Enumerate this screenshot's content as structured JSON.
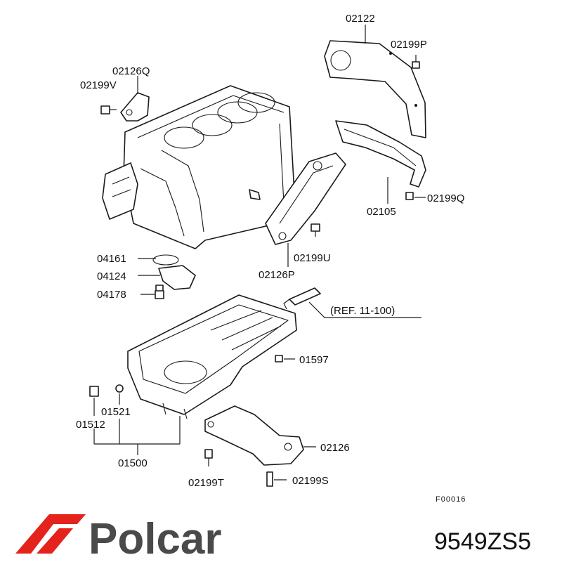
{
  "part_labels": {
    "p02122": "02122",
    "p02199P": "02199P",
    "p02126Q": "02126Q",
    "p02199V": "02199V",
    "p02105": "02105",
    "p02199Q": "02199Q",
    "p02199U": "02199U",
    "p02126P": "02126P",
    "p04161": "04161",
    "p04124": "04124",
    "p04178": "04178",
    "ref": "(REF. 11-100)",
    "p01597": "01597",
    "p01521": "01521",
    "p01512": "01512",
    "p01500": "01500",
    "p02126": "02126",
    "p02199T": "02199T",
    "p02199S": "02199S"
  },
  "figure_code": "F00016",
  "brand": {
    "name": "Polcar",
    "part_number": "9549ZS5",
    "logo_color": "#e3231c",
    "text_color": "#4a4a4a"
  }
}
